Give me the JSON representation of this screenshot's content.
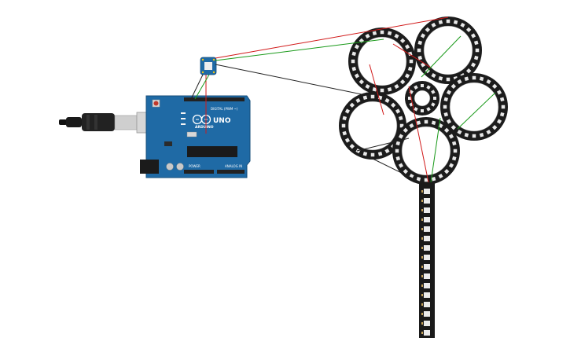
{
  "canvas": {
    "background": "#ffffff"
  },
  "arduino": {
    "model_label": "UNO",
    "brand_label": "ARDUINO",
    "digital_header_label": "DIGITAL (PWM ~)",
    "analog_header_label": "ANALOG IN",
    "power_header_label": "POWER",
    "board_color": "#1f6aa5"
  },
  "components": {
    "usb_cable": "usb-cable",
    "sensor_breakout": "neopixel-jewel",
    "rings": [
      "neopixel-ring-top-left",
      "neopixel-ring-top-right",
      "neopixel-ring-center",
      "neopixel-ring-mid-left",
      "neopixel-ring-mid-right",
      "neopixel-ring-bottom"
    ],
    "strip": "neopixel-strip"
  },
  "wire_colors": {
    "power": "#d11a1a",
    "data": "#1a9a1a",
    "ground": "#222222"
  }
}
